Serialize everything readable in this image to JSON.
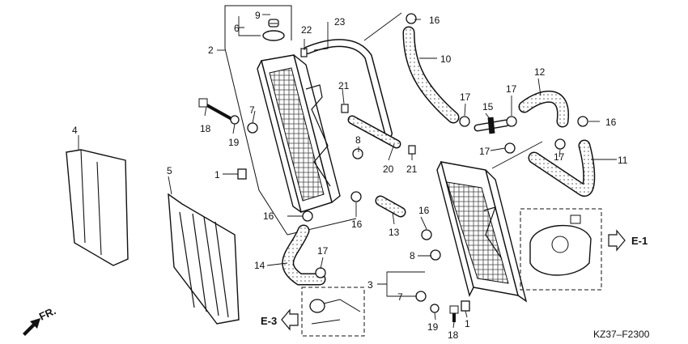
{
  "diagram_code": "KZ37–F2300",
  "direction_label": "FR.",
  "ref_e1": "E-1",
  "ref_e3": "E-3",
  "callouts": {
    "c1a": "1",
    "c1b": "1",
    "c2": "2",
    "c3": "3",
    "c4": "4",
    "c5": "5",
    "c6": "6",
    "c7a": "7",
    "c7b": "7",
    "c8a": "8",
    "c8b": "8",
    "c9": "9",
    "c10": "10",
    "c11": "11",
    "c12": "12",
    "c13": "13",
    "c14": "14",
    "c15": "15",
    "c16a": "16",
    "c16b": "16",
    "c16c": "16",
    "c16d": "16",
    "c16e": "16",
    "c17a": "17",
    "c17b": "17",
    "c17c": "17",
    "c17d": "17",
    "c17e": "17",
    "c18a": "18",
    "c18b": "18",
    "c19a": "19",
    "c19b": "19",
    "c20": "20",
    "c21a": "21",
    "c21b": "21",
    "c22": "22",
    "c23": "23"
  }
}
